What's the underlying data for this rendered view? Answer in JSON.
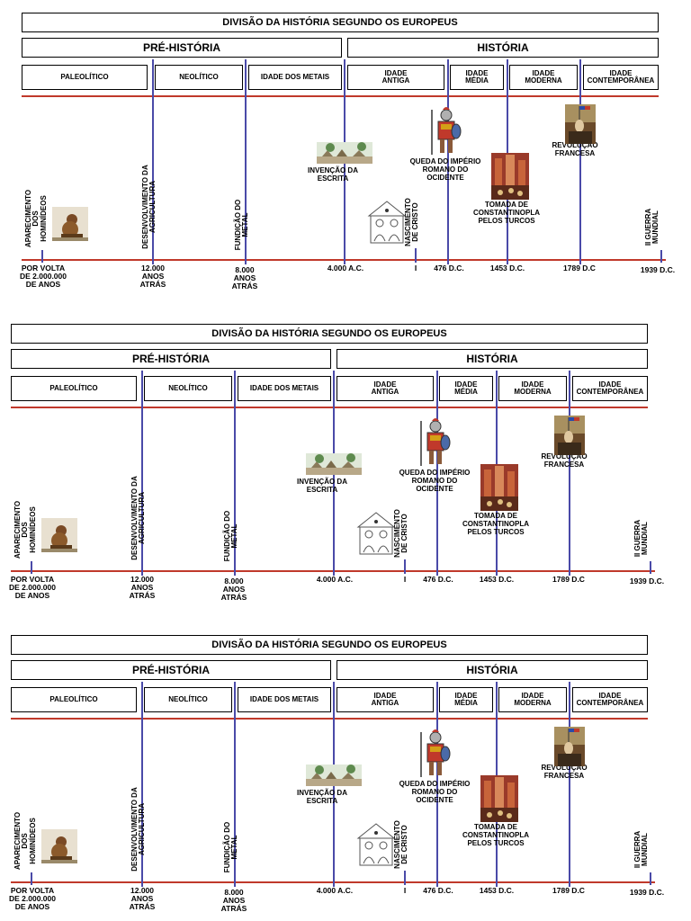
{
  "title": "DIVISÃO DA HISTÓRIA SEGUNDO OS EUROPEUS",
  "pre_history": "PRÉ-HISTÓRIA",
  "history": "HISTÓRIA",
  "periods": {
    "paleolitico": "PALEOLÍTICO",
    "neolitico": "NEOLÍTICO",
    "idade_metais": "IDADE DOS METAIS",
    "idade_antiga": "IDADE ANTIGA",
    "idade_media": "IDADE MÉDIA",
    "idade_moderna": "IDADE MODERNA",
    "idade_contemporanea": "IDADE CONTEMPORÂNEA"
  },
  "events": {
    "hominideos": "APARECIMENTO DOS HOMINÍDEOS",
    "agricultura": "DESENVOLVIMENTO DA AGRICULTURA",
    "metal": "FUNDIÇÃO DO METAL",
    "escrita": "INVENÇÃO DA ESCRITA",
    "cristo": "NASCIMENTO DE CRISTO",
    "queda_roma": "QUEDA DO IMPÉRIO ROMANO DO OCIDENTE",
    "constantinopla": "TOMADA DE CONSTANTINOPLA PELOS TURCOS",
    "revolucao": "REVOLUÇÃO FRANCESA",
    "guerra": "II GUERRA MUNDIAL"
  },
  "dates": {
    "d1": "POR VOLTA DE 2.000.000 DE ANOS",
    "d2": "12.000 ANOS ATRÁS",
    "d3": "8.000 ANOS ATRÁS",
    "d4": "4.000 A.C.",
    "d5": "I",
    "d6": "476 D.C.",
    "d7": "1453 D.C.",
    "d8": "1789 D.C",
    "d9": "1939 D.C."
  },
  "icons": [
    "hominid-image",
    "village-image",
    "nativity-image",
    "roman-soldier-image",
    "constantinople-image",
    "liberty-painting-image"
  ],
  "colors": {
    "axis": "#c0392b",
    "lines": "#4a4aa8"
  }
}
